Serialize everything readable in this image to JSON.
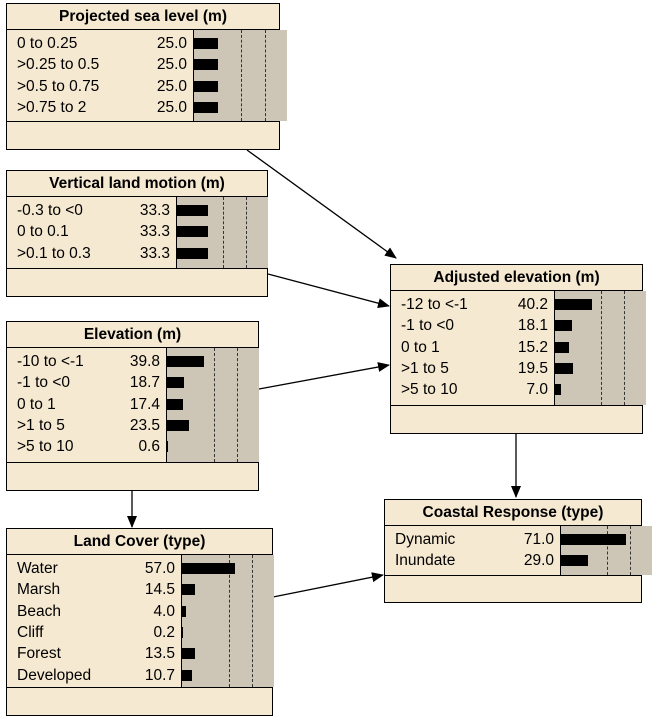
{
  "nodes": {
    "projected_sea_level": {
      "title": "Projected sea level (m)",
      "states": [
        {
          "label": "0 to 0.25",
          "value": "25.0",
          "pct": 25.0
        },
        {
          "label": ">0.25 to 0.5",
          "value": "25.0",
          "pct": 25.0
        },
        {
          "label": ">0.5 to 0.75",
          "value": "25.0",
          "pct": 25.0
        },
        {
          "label": ">0.75 to 2",
          "value": "25.0",
          "pct": 25.0
        }
      ]
    },
    "vertical_land_motion": {
      "title": "Vertical land motion (m)",
      "states": [
        {
          "label": "-0.3 to <0",
          "value": "33.3",
          "pct": 33.3
        },
        {
          "label": "0 to 0.1",
          "value": "33.3",
          "pct": 33.3
        },
        {
          "label": ">0.1 to 0.3",
          "value": "33.3",
          "pct": 33.3
        }
      ]
    },
    "elevation": {
      "title": "Elevation (m)",
      "states": [
        {
          "label": "-10 to <-1",
          "value": "39.8",
          "pct": 39.8
        },
        {
          "label": "-1 to <0",
          "value": "18.7",
          "pct": 18.7
        },
        {
          "label": "0 to 1",
          "value": "17.4",
          "pct": 17.4
        },
        {
          "label": ">1 to 5",
          "value": "23.5",
          "pct": 23.5
        },
        {
          "label": ">5 to 10",
          "value": "0.6",
          "pct": 0.6
        }
      ]
    },
    "land_cover": {
      "title": "Land Cover (type)",
      "states": [
        {
          "label": "Water",
          "value": "57.0",
          "pct": 57.0
        },
        {
          "label": "Marsh",
          "value": "14.5",
          "pct": 14.5
        },
        {
          "label": "Beach",
          "value": "4.0",
          "pct": 4.0
        },
        {
          "label": "Cliff",
          "value": "0.2",
          "pct": 0.2
        },
        {
          "label": "Forest",
          "value": "13.5",
          "pct": 13.5
        },
        {
          "label": "Developed",
          "value": "10.7",
          "pct": 10.7
        }
      ]
    },
    "adjusted_elevation": {
      "title": "Adjusted elevation (m)",
      "states": [
        {
          "label": "-12 to <-1",
          "value": "40.2",
          "pct": 40.2
        },
        {
          "label": "-1 to <0",
          "value": "18.1",
          "pct": 18.1
        },
        {
          "label": "0 to 1",
          "value": "15.2",
          "pct": 15.2
        },
        {
          "label": ">1 to 5",
          "value": "19.5",
          "pct": 19.5
        },
        {
          "label": ">5 to 10",
          "value": "7.0",
          "pct": 7.0
        }
      ]
    },
    "coastal_response": {
      "title": "Coastal Response (type)",
      "states": [
        {
          "label": "Dynamic",
          "value": "71.0",
          "pct": 71.0
        },
        {
          "label": "Inundate",
          "value": "29.0",
          "pct": 29.0
        }
      ]
    }
  },
  "edges": [
    {
      "from": "projected_sea_level",
      "to": "adjusted_elevation"
    },
    {
      "from": "vertical_land_motion",
      "to": "adjusted_elevation"
    },
    {
      "from": "elevation",
      "to": "adjusted_elevation"
    },
    {
      "from": "elevation",
      "to": "land_cover"
    },
    {
      "from": "adjusted_elevation",
      "to": "coastal_response"
    },
    {
      "from": "land_cover",
      "to": "coastal_response"
    }
  ],
  "colors": {
    "node_background": "#f6e9d2",
    "bar_area": "#cdc6b7",
    "bar": "#000000",
    "border": "#000000"
  }
}
